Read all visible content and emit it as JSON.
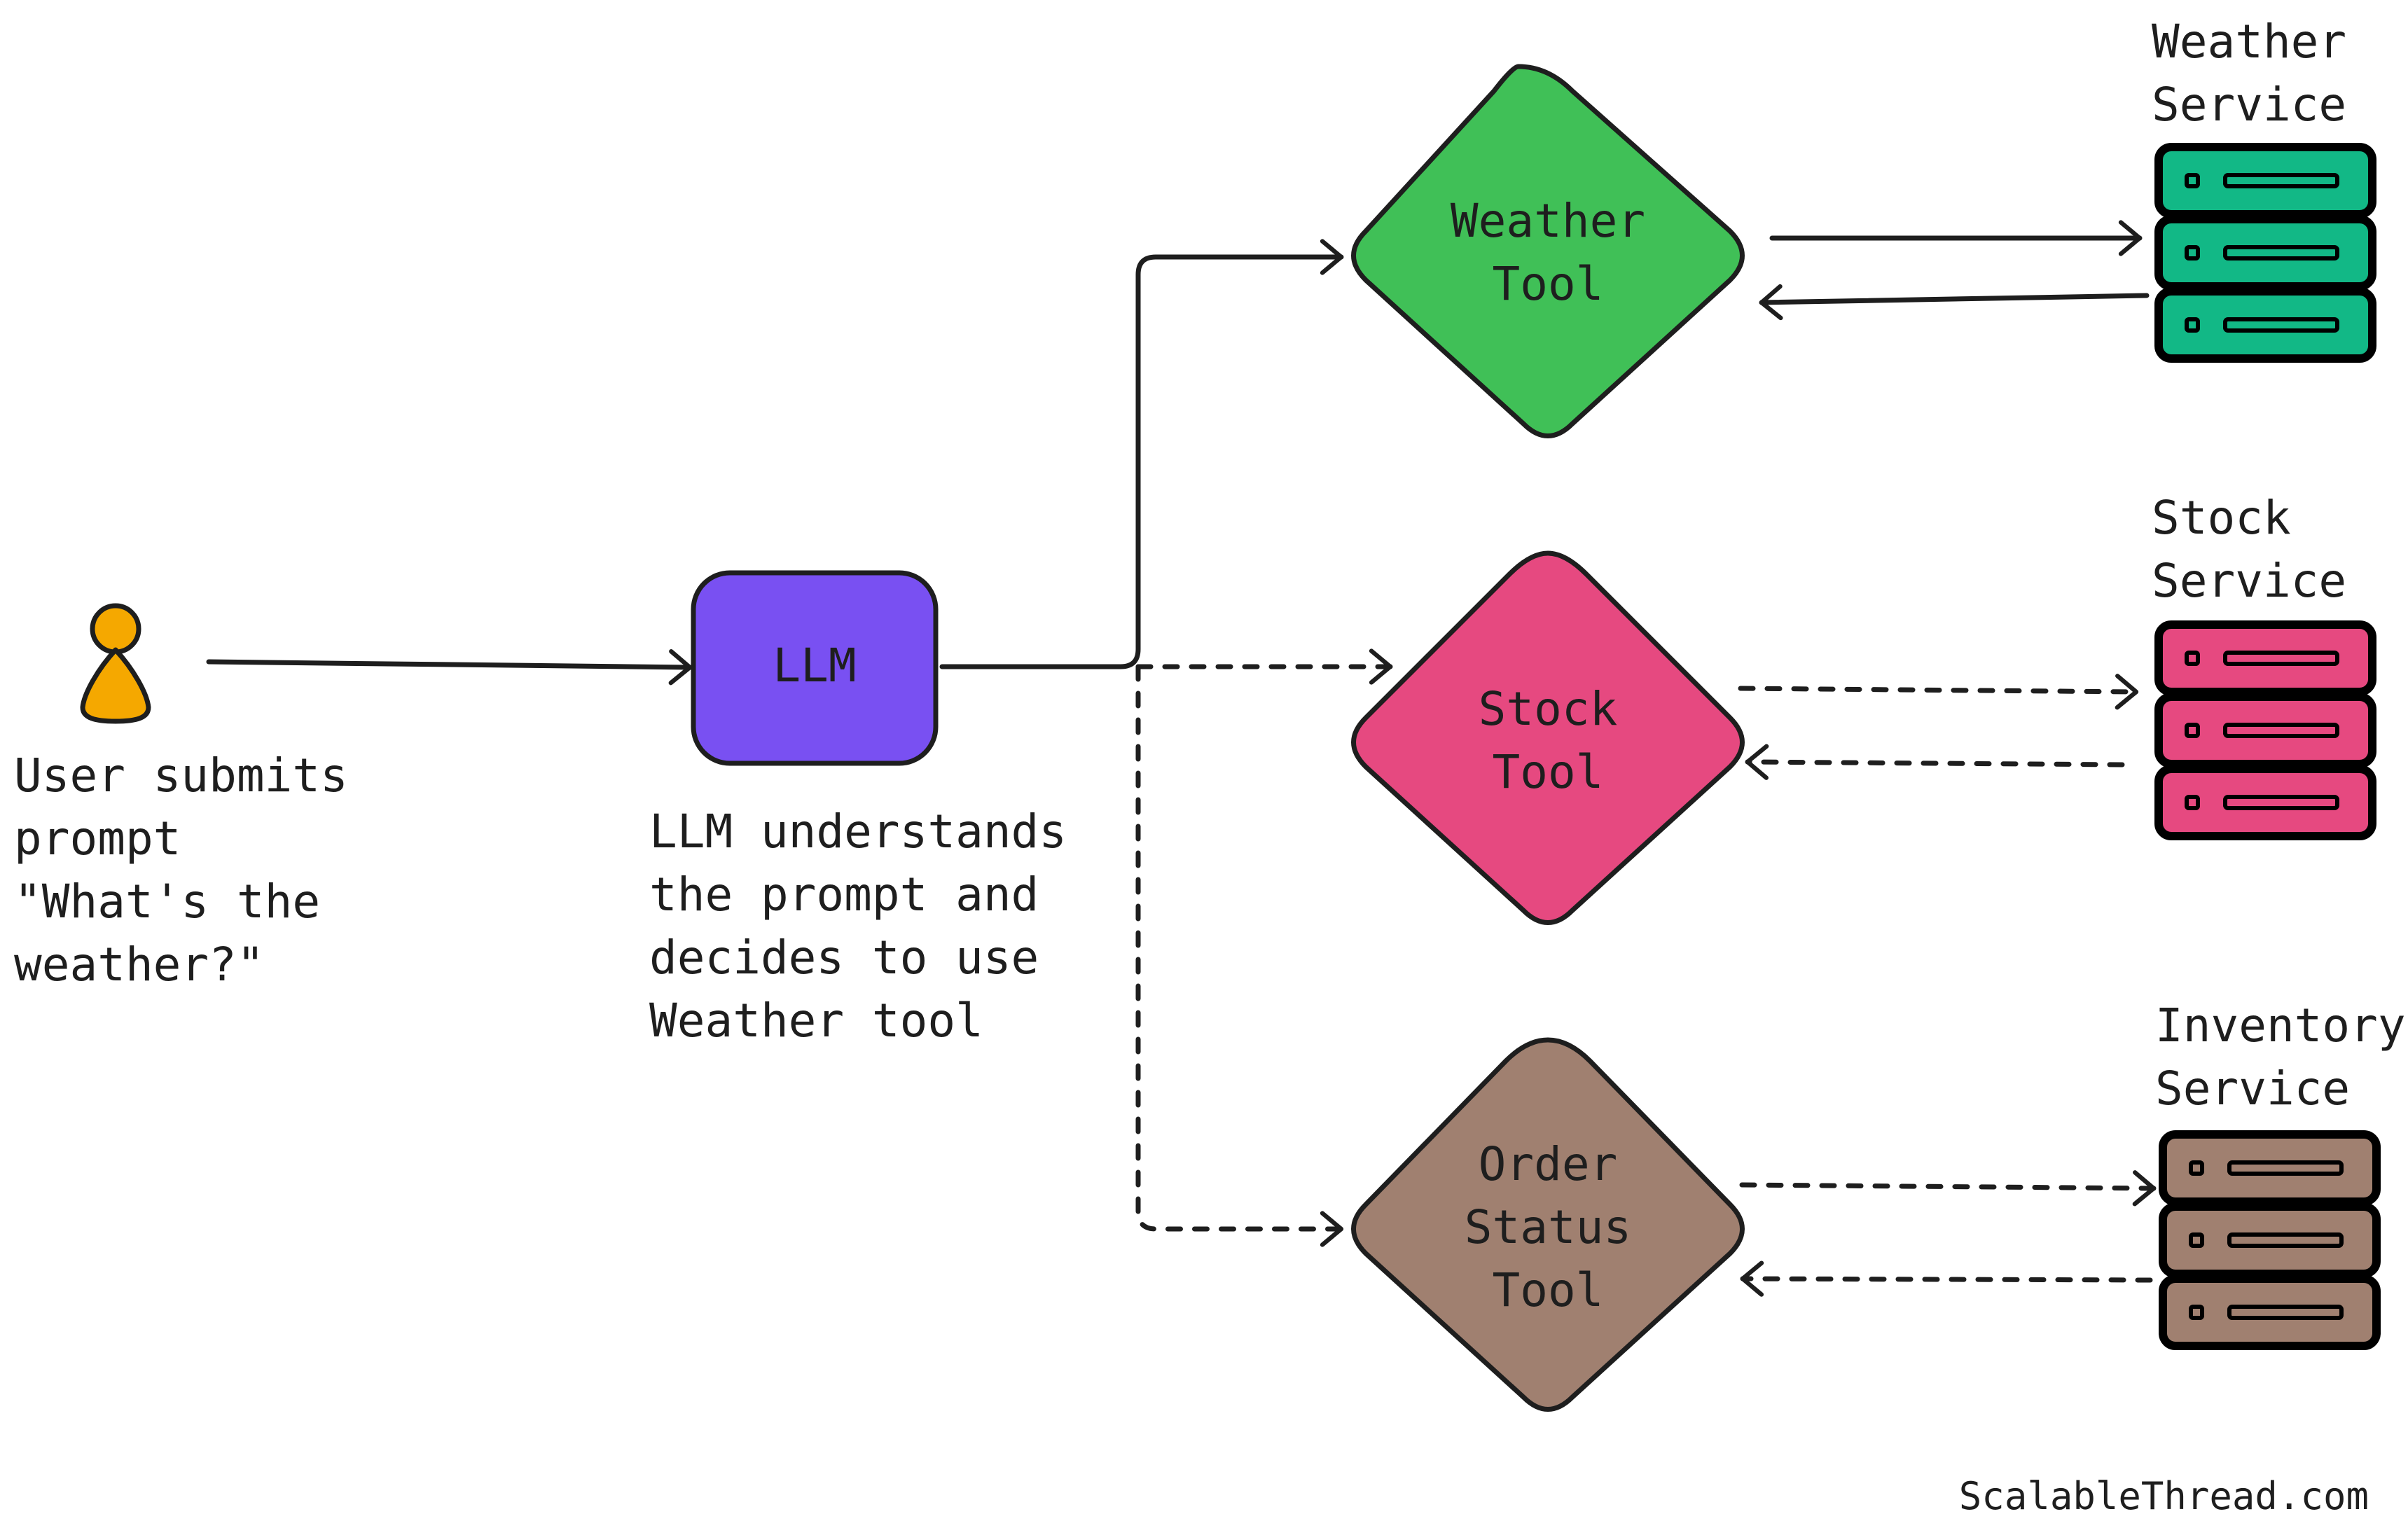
{
  "colors": {
    "stroke": "#1e1e1e",
    "user": "#f5a800",
    "llm": "#7950f2",
    "weather": "#40c057",
    "stock": "#e64980",
    "order": "#a08070",
    "weather_server": "#12b886",
    "stock_server": "#e64980",
    "inventory_server": "#a08070"
  },
  "user": {
    "icon": "user-icon",
    "caption": [
      "User submits",
      "prompt",
      "\"What's the",
      "weather?\""
    ]
  },
  "llm": {
    "label": "LLM",
    "caption": [
      "LLM understands",
      "the prompt and",
      "decides to use",
      "Weather tool"
    ]
  },
  "tools": [
    {
      "id": "weather",
      "label": [
        "Weather",
        "Tool"
      ],
      "color": "#40c057",
      "active": true
    },
    {
      "id": "stock",
      "label": [
        "Stock",
        "Tool"
      ],
      "color": "#e64980",
      "active": false
    },
    {
      "id": "order",
      "label": [
        "Order",
        "Status",
        "Tool"
      ],
      "color": "#a08070",
      "active": false
    }
  ],
  "services": [
    {
      "id": "weather",
      "label": [
        "Weather",
        "Service"
      ],
      "icon": "server-icon",
      "color": "#12b886"
    },
    {
      "id": "stock",
      "label": [
        "Stock",
        "Service"
      ],
      "icon": "server-icon",
      "color": "#e64980"
    },
    {
      "id": "inventory",
      "label": [
        "Inventory",
        "Service"
      ],
      "icon": "server-icon",
      "color": "#a08070"
    }
  ],
  "credit": "ScalableThread.com"
}
